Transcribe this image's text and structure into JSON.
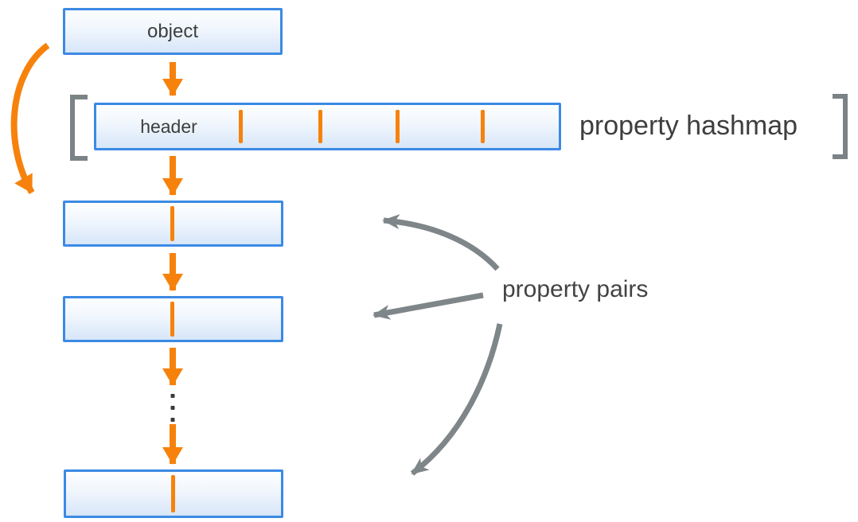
{
  "diagram_title": "object property hashmap layout",
  "object_box": {
    "label": "object"
  },
  "hashmap": {
    "header_label": "header",
    "caption": "property hashmap",
    "cell_divider_count": 4
  },
  "property_pairs": {
    "caption": "property pairs",
    "box_count": 3
  },
  "colors": {
    "box_border_blue": "#3b8ae4",
    "box_fill_top": "#fdfeff",
    "box_fill_bottom": "#d7e6f9",
    "arrow_orange": "#f6820c",
    "arrow_gray": "#7e8689",
    "bracket_gray": "#7c8386",
    "text_dark": "#3e3e3e"
  },
  "icons": {
    "down_arrow": "▼",
    "curved_arrow": "↷",
    "left_bracket": "[",
    "right_bracket": "]",
    "vertical_ellipsis": "⋮"
  }
}
